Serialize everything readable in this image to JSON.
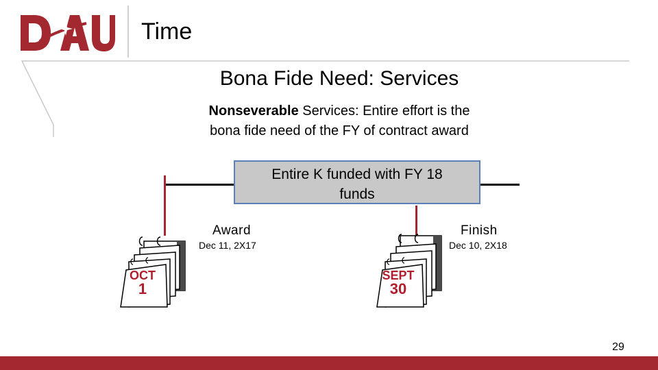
{
  "brand": {
    "logo_text": "DAU",
    "primary_color": "#a3282f"
  },
  "header": {
    "title": "Time"
  },
  "slide": {
    "title": "Bona Fide Need: Services",
    "subtitle_bold": "Nonseverable",
    "subtitle_line1_rest": " Services:  Entire effort is the",
    "subtitle_line2": "bona fide need of the FY of contract award"
  },
  "funding_box": {
    "line1": "Entire K funded with FY 18",
    "line2": "funds"
  },
  "timeline": {
    "award": {
      "label": "Award",
      "date": "Dec 11, 2X17"
    },
    "finish": {
      "label": "Finish",
      "date": "Dec 10, 2X18"
    }
  },
  "calendars": [
    {
      "month": "OCT",
      "day": "1"
    },
    {
      "month": "SEPT",
      "day": "30"
    }
  ],
  "footer": {
    "page_number": "29"
  }
}
